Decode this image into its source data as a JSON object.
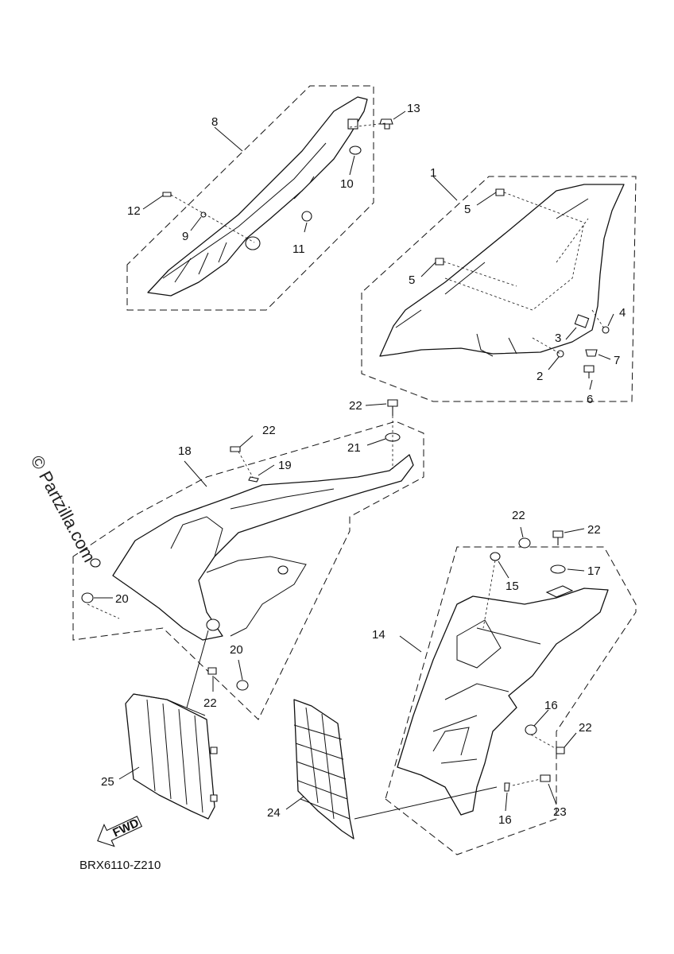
{
  "diagram": {
    "code": "BRX6110-Z210",
    "watermark": "© Partzilla.com",
    "fwd_label": "FWD",
    "callouts": {
      "c1": "1",
      "c2": "2",
      "c3": "3",
      "c4": "4",
      "c5a": "5",
      "c5b": "5",
      "c6": "6",
      "c7": "7",
      "c8": "8",
      "c9": "9",
      "c10": "10",
      "c11": "11",
      "c12": "12",
      "c13": "13",
      "c14": "14",
      "c15": "15",
      "c16a": "16",
      "c16b": "16",
      "c17": "17",
      "c18": "18",
      "c19": "19",
      "c20a": "20",
      "c20b": "20",
      "c21": "21",
      "c22a": "22",
      "c22b": "22",
      "c22c": "22",
      "c22d": "22",
      "c22e": "22",
      "c22f": "22",
      "c23": "23",
      "c24": "24",
      "c25": "25"
    }
  }
}
